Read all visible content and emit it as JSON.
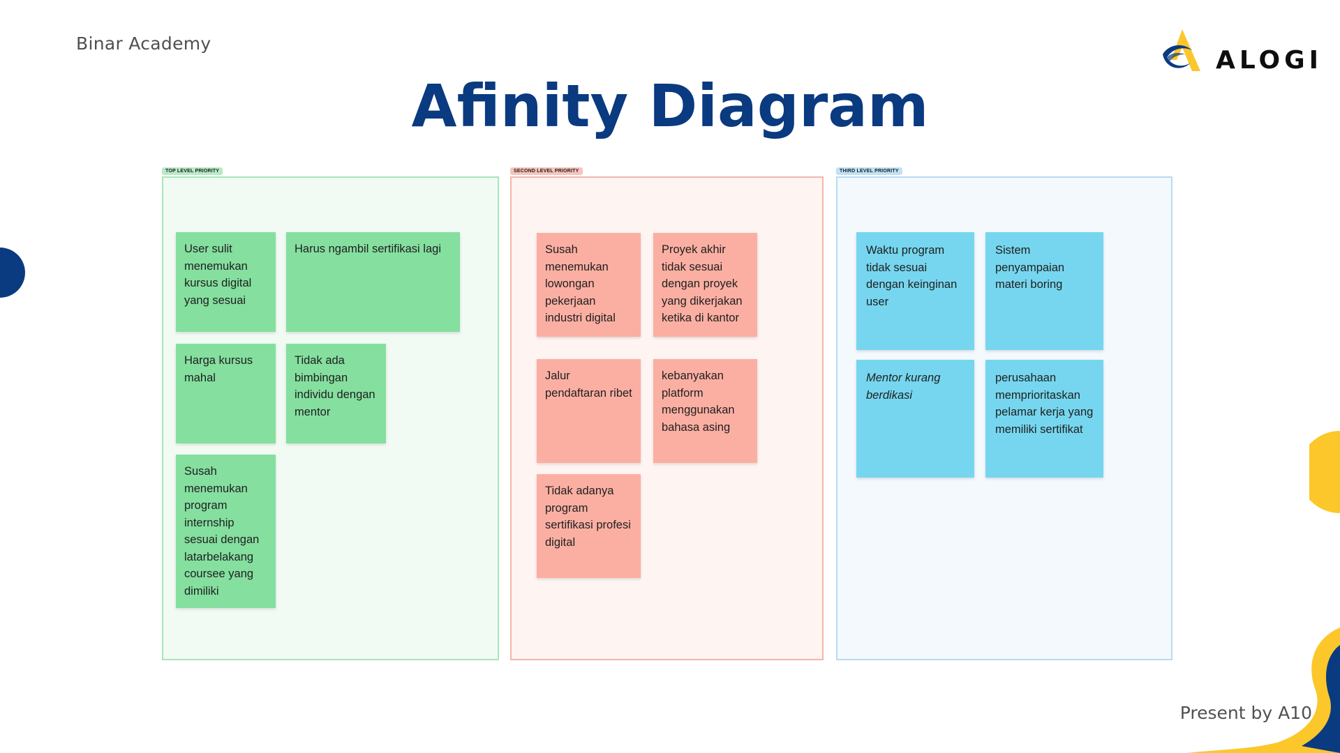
{
  "header": {
    "organization": "Binar Academy",
    "logo_text": "ALOGI",
    "title": "Afinity Diagram"
  },
  "footer": {
    "presenter": "Present by A10"
  },
  "colors": {
    "title": "#0a3a80",
    "top_level": "#85df9f",
    "second_level": "#fbafa2",
    "third_level": "#76d6ef",
    "accent_yellow": "#fbc72b",
    "accent_navy": "#0a3a80"
  },
  "sections": [
    {
      "label": "TOP LEVEL PRIORITY",
      "notes": [
        "User sulit menemukan kursus digital yang sesuai",
        "Harus ngambil sertifikasi lagi",
        "Harga kursus mahal",
        "Tidak ada bimbingan individu dengan mentor",
        "Susah menemukan program internship sesuai dengan latarbelakang coursee yang dimiliki"
      ]
    },
    {
      "label": "SECOND LEVEL PRIORITY",
      "notes": [
        "Susah menemukan lowongan pekerjaan industri digital",
        "Proyek akhir tidak sesuai dengan proyek yang dikerjakan ketika di kantor",
        "Jalur pendaftaran ribet",
        "kebanyakan platform menggunakan bahasa asing",
        "Tidak adanya program sertifikasi profesi digital"
      ]
    },
    {
      "label": "THIRD LEVEL PRIORITY",
      "notes": [
        "Waktu program tidak sesuai dengan keinginan user",
        "Sistem penyampaian materi boring",
        "Mentor kurang berdikasi",
        "perusahaan memprioritaskan pelamar kerja yang memiliki sertifikat"
      ]
    }
  ]
}
